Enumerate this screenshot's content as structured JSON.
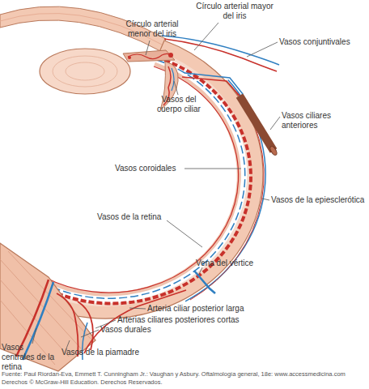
{
  "diagram": {
    "caption": "Fuente: Paul Riordan-Eva, Emmett T. Cunningham Jr.: Vaughan y Asbury. Oftalmología general, 18e: www.accessmedicina.com",
    "labels": [
      "Círculo arterial menor del iris",
      "Círculo arterial mayor del iris",
      "Vasos conjuntivales",
      "Vasos del cuerpo ciliar",
      "Vasos ciliares anteriores",
      "Vasos coroidales",
      "Vasos de la epiesclerótica",
      "Vasos de la retina",
      "Vena del vértice",
      "Arteria ciliar posterior larga",
      "Arterias ciliares posteriores cortas",
      "Vasos durales",
      "Vasos centrales de la retina",
      "Vasos de la piamadre",
      "Derechos © McGraw-Hill Education. Derechos Reservados."
    ]
  }
}
